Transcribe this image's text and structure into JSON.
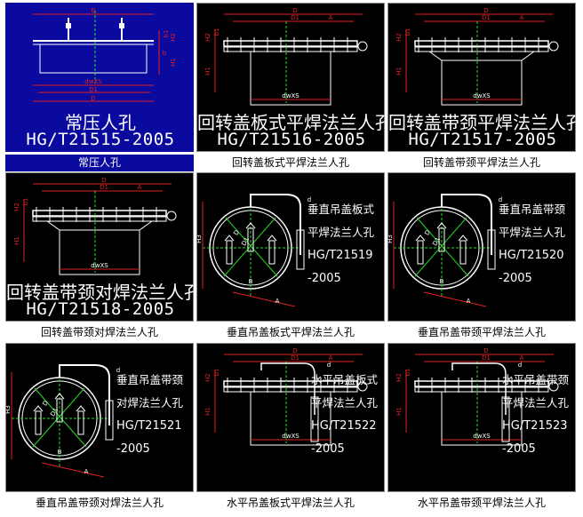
{
  "colors": {
    "selection": "#0a0a9e",
    "thumb_bg": "#000000",
    "line": "#ffffff",
    "dim_red": "#e02020",
    "center_green": "#22dd22"
  },
  "items": [
    {
      "caption": "常压人孔",
      "big_title": "常压人孔",
      "big_std": "HG/T21515-2005",
      "selected": true,
      "dims": {
        "B": "B",
        "D1": "D1",
        "D": "D",
        "dw": "dwXS",
        "b1": "b1",
        "H2": "H2",
        "b": "b",
        "H1": "H1"
      }
    },
    {
      "caption": "回转盖板式平焊法兰人孔",
      "big_title": "回转盖板式平焊法兰人孔",
      "big_std": "HG/T21516-2005",
      "dims": {
        "D": "D",
        "D1": "D1",
        "A": "A",
        "dw": "dwXS",
        "H2": "H2",
        "b1": "b1",
        "H1": "H1"
      }
    },
    {
      "caption": "回转盖带颈平焊法兰人孔",
      "big_title": "回转盖带颈平焊法兰人孔",
      "big_std": "HG/T21517-2005",
      "dims": {
        "D": "D",
        "D1": "D1",
        "A": "A",
        "dw": "dwXS",
        "H2": "H2",
        "b1": "b1",
        "H1": "H1"
      }
    },
    {
      "caption": "回转盖带颈对焊法兰人孔",
      "big_title": "回转盖带颈对焊法兰人孔",
      "big_std": "HG/T21518-2005",
      "dims": {
        "D": "D",
        "D1": "D1",
        "A": "A",
        "dw": "dwXS",
        "H2": "H2",
        "b1": "b1",
        "H1": "H1"
      }
    },
    {
      "caption": "垂直吊盖板式平焊法兰人孔",
      "side_lines": [
        "垂直吊盖板式",
        "平焊法兰人孔",
        "HG/T21519",
        "-2005"
      ],
      "dims": {
        "d": "d",
        "H3": "H3",
        "D": "D",
        "D1": "D1",
        "B": "B",
        "A": "A"
      }
    },
    {
      "caption": "垂直吊盖带颈平焊法兰人孔",
      "side_lines": [
        "垂直吊盖带颈",
        "平焊法兰人孔",
        "HG/T21520",
        "-2005"
      ],
      "dims": {
        "d": "d",
        "H3": "H3",
        "D": "D",
        "D1": "D1",
        "B": "B",
        "A": "A"
      }
    },
    {
      "caption": "垂直吊盖带颈对焊法兰人孔",
      "side_lines": [
        "垂直吊盖带颈",
        "对焊法兰人孔",
        "HG/T21521",
        "-2005"
      ],
      "dims": {
        "d": "d",
        "H3": "H3",
        "D": "D",
        "D1": "D1",
        "B": "B",
        "A": "A"
      }
    },
    {
      "caption": "水平吊盖板式平焊法兰人孔",
      "side_lines": [
        "水平吊盖板式",
        "平焊法兰人孔",
        "HG/T21522",
        "-2005"
      ],
      "dims": {
        "D": "D",
        "D1": "D1",
        "A": "A",
        "dw": "dwXS",
        "H2": "H2",
        "b1": "b1",
        "H1": "H1",
        "d": "d"
      }
    },
    {
      "caption": "水平吊盖带颈平焊法兰人孔",
      "side_lines": [
        "水平吊盖带颈",
        "平焊法兰人孔",
        "HG/T21523",
        "-2005"
      ],
      "dims": {
        "D": "D",
        "D1": "D1",
        "A": "A",
        "dw": "dwXS",
        "H2": "H2",
        "b1": "b1",
        "H1": "H1",
        "d": "d"
      }
    }
  ]
}
